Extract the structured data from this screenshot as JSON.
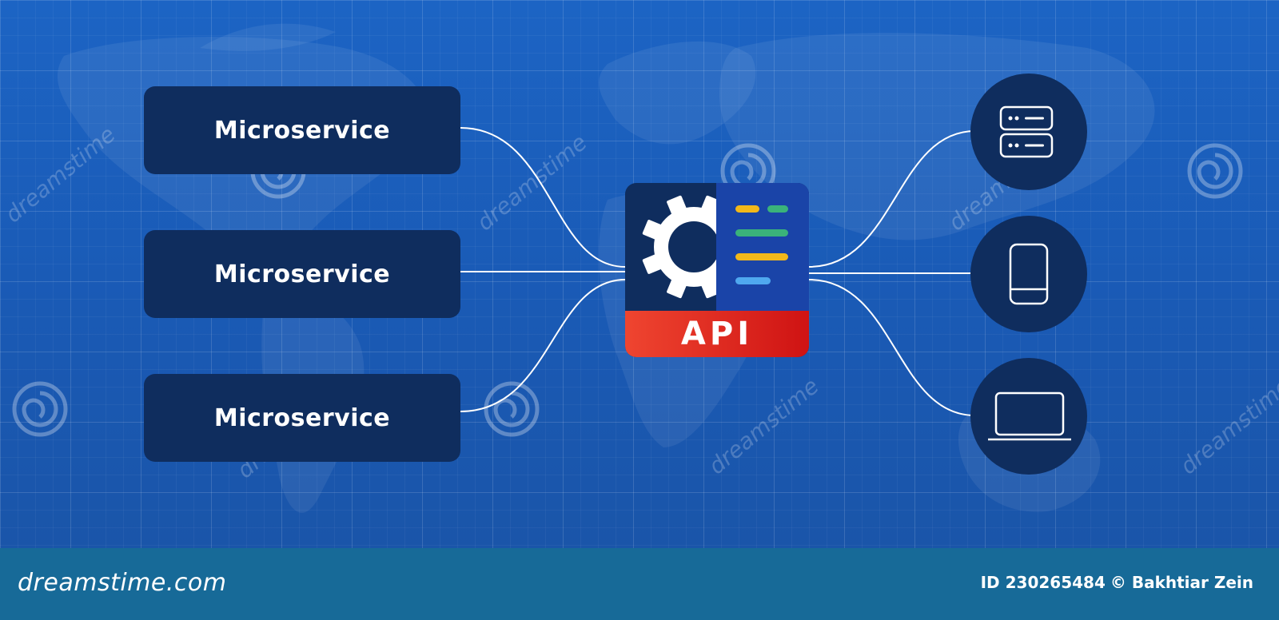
{
  "diagram": {
    "microservices": [
      {
        "label": "Microservice"
      },
      {
        "label": "Microservice"
      },
      {
        "label": "Microservice"
      }
    ],
    "api": {
      "label": "API",
      "bar_colors": [
        "#f2b81a",
        "#3ab37a",
        "#3ab37a",
        "#f2b81a",
        "#4fa8ef"
      ],
      "gear_color": "#ffffff"
    },
    "devices": [
      {
        "icon": "server-icon"
      },
      {
        "icon": "smartphone-icon"
      },
      {
        "icon": "laptop-icon"
      }
    ],
    "connector_color": "#ffffff"
  },
  "watermark": {
    "text": "dreamstime"
  },
  "footer": {
    "brand": "dreamstime.com",
    "id_label": "ID 230265484",
    "author": "© Bakhtiar Zein"
  },
  "colors": {
    "background": "#1c5fbd",
    "box_fill": "#0f2d5e",
    "api_red": "#e02a1e",
    "footer_fill": "#176a98"
  }
}
